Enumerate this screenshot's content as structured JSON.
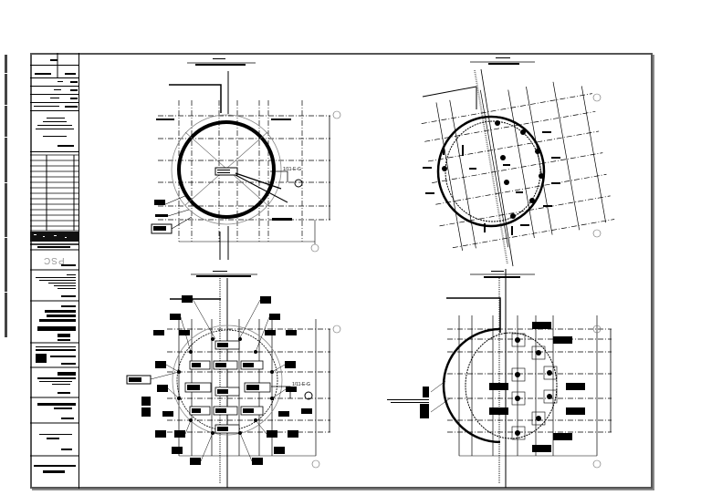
{
  "sheet": {
    "type": "engineering-plan-sheet",
    "orientation": "landscape",
    "border_color": "#555555",
    "background": "#ffffff"
  },
  "edge_text": {
    "orientation": "vertical",
    "legible": false
  },
  "title_block": {
    "orientation": "rotated-180",
    "firm_mark": "PSC",
    "revision_rows": 14,
    "legible": false
  },
  "viewports": [
    {
      "id": "top-left",
      "kind": "circular-plan",
      "callout": "1/11-E-G",
      "grid_bubbles": [
        "top-right",
        "bottom-right"
      ]
    },
    {
      "id": "top-right",
      "kind": "rotated-circular-plan",
      "grid_bubbles": [
        "top-right",
        "bottom-right"
      ]
    },
    {
      "id": "bottom-left",
      "kind": "circular-plan-with-equipment",
      "callout": "1/11-E-G",
      "grid_bubbles": [
        "top-right",
        "bottom-right"
      ]
    },
    {
      "id": "bottom-right",
      "kind": "semicircular-plan-with-equipment",
      "grid_bubbles": [
        "top-right",
        "bottom-right"
      ]
    }
  ]
}
